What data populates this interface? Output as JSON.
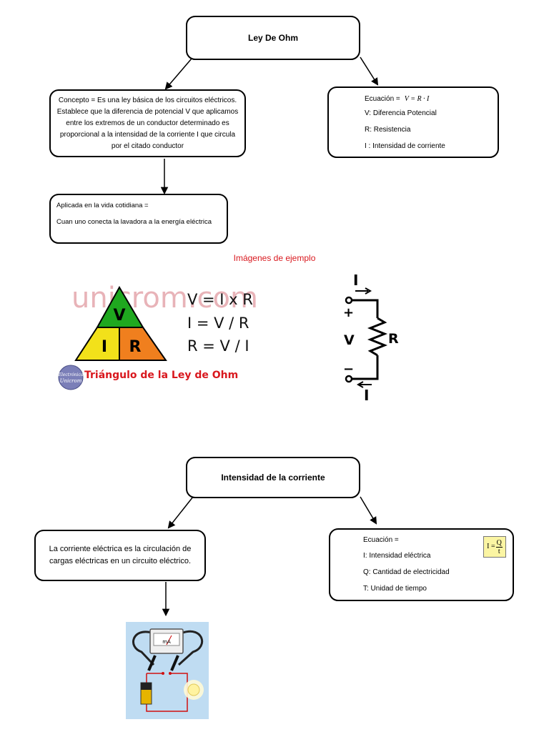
{
  "ohm_map": {
    "title": "Ley De Ohm",
    "concept": "Concepto = Es una ley básica de los circuitos eléctricos. Establece que la diferencia de potencial V que aplicamos entre los extremos de un conductor determinado es proporcional a la intensidad de la corriente I que circula por el citado conductor",
    "equation_label": "Ecuación =",
    "equation_formula": "V = R · I",
    "equation_items": [
      "V: Diferencia Potencial",
      "R: Resistencia",
      "I : Intensidad de corriente"
    ],
    "daily_life_label": "Aplicada en la vida cotidiana =",
    "daily_life_text": "Cuan uno conecta la lavadora a la energía eléctrica"
  },
  "examples": {
    "caption": "Imágenes de ejemplo",
    "watermark": "unicrom.com",
    "triangle_top": "V",
    "triangle_left": "I",
    "triangle_right": "R",
    "equations": [
      "V = I x R",
      "I = V / R",
      "R = V / I"
    ],
    "triangle_caption": "Triángulo de la Ley de Ohm",
    "logo_line1": "Electrónica",
    "logo_line2": "Unicrom",
    "circuit_current_top": "I",
    "circuit_current_bottom": "I",
    "circuit_plus": "+",
    "circuit_minus": "−",
    "circuit_voltage": "V",
    "circuit_resistance": "R"
  },
  "current_map": {
    "title": "Intensidad de la corriente",
    "concept": "La corriente eléctrica es la circulación de cargas eléctricas en un circuito eléctrico.",
    "equation_label": "Ecuación =",
    "formula_lhs": "I =",
    "formula_num": "Q",
    "formula_den": "t",
    "equation_items": [
      "I: Intensidad eléctrica",
      "Q: Cantidad de electricidad",
      "T: Unidad de tiempo"
    ],
    "meter_label": "mA"
  },
  "colors": {
    "triangle_green": "#1fa81f",
    "triangle_yellow": "#f2e11a",
    "triangle_orange": "#f07f1e",
    "caption_red": "#d9181e",
    "watermark": "#e8b3b8",
    "formula_bg": "#fbf5a3",
    "circuit_bg": "#bfdcf2"
  }
}
